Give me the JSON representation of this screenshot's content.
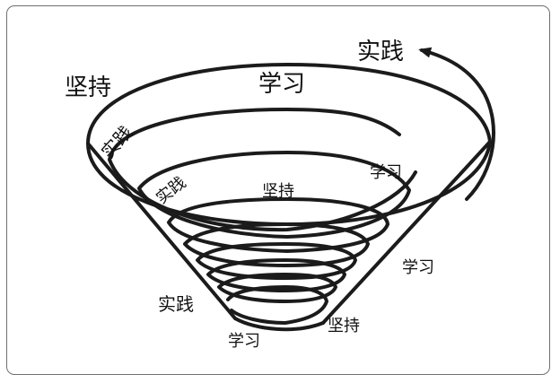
{
  "diagram": {
    "labels": {
      "outer_left": "坚持",
      "outer_top": "学习",
      "outer_right": "实践",
      "ring2_left": "实践",
      "ring2_right": "学习",
      "ring3_left": "实践",
      "ring3_center": "坚持",
      "cone_right": "学习",
      "cone_left": "实践",
      "bottom_left": "学习",
      "bottom_right": "坚持"
    },
    "colors": {
      "stroke": "#1b1b1b",
      "frame": "#6f6f6f",
      "text": "#111111"
    }
  }
}
